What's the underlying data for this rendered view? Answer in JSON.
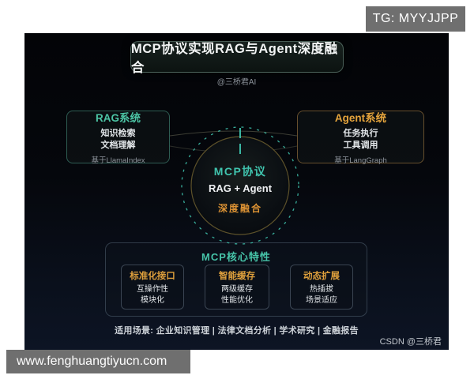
{
  "watermarks": {
    "tg_badge": "TG: MYYJJPP",
    "site_bar": "www.fenghuangtiyucn.com"
  },
  "header": {
    "title": "MCP协议实现RAG与Agent深度融合",
    "byline": "@三桥君AI"
  },
  "rag_box": {
    "title": "RAG系统",
    "items": [
      "知识检索",
      "文档理解"
    ],
    "footnote": "基于LlamaIndex"
  },
  "agent_box": {
    "title": "Agent系统",
    "items": [
      "任务执行",
      "工具调用"
    ],
    "footnote": "基于LangGraph"
  },
  "center_circle": {
    "line1": "MCP协议",
    "line2": "RAG + Agent",
    "line3": "深度融合"
  },
  "features": {
    "heading": "MCP核心特性",
    "boxes": [
      {
        "title": "标准化接口",
        "items": [
          "互操作性",
          "模块化"
        ]
      },
      {
        "title": "智能缓存",
        "items": [
          "两级缓存",
          "性能优化"
        ]
      },
      {
        "title": "动态扩展",
        "items": [
          "热插拔",
          "场景适应"
        ]
      }
    ]
  },
  "footer": {
    "scenarios": "适用场景: 企业知识管理 | 法律文档分析 | 学术研究 | 金融报告",
    "credit": "CSDN @三桥君"
  },
  "colors": {
    "teal_accent": "#4cc5a5",
    "orange_accent": "#e5a43c",
    "panel_bg_top": "#030407",
    "panel_bg_bottom": "#0d1424",
    "watermark_gray": "#6f6f6f",
    "white_text": "#eef0f2",
    "muted_text": "#8d939b"
  }
}
